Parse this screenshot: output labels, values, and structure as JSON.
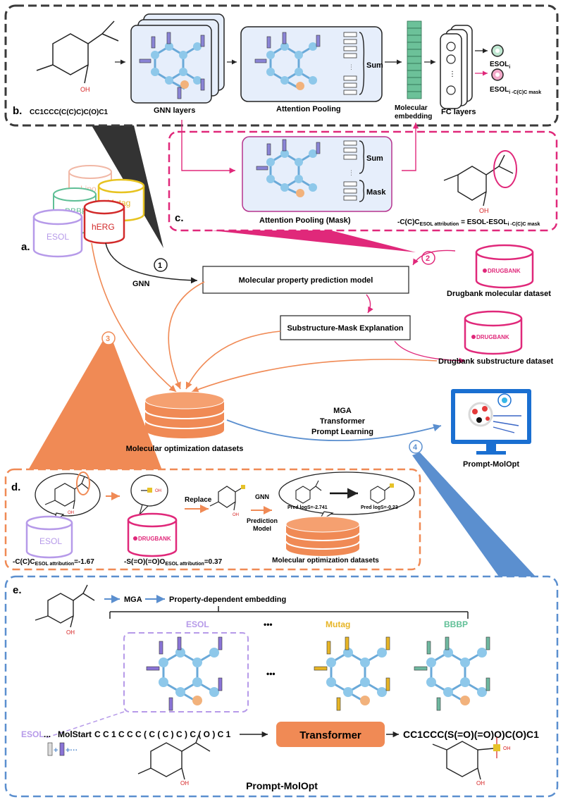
{
  "panels": {
    "a": "a.",
    "b": "b.",
    "c": "c.",
    "d": "d.",
    "e": "e."
  },
  "colors": {
    "gray_frame": "#3a3a3a",
    "pink": "#e0287a",
    "orange": "#f08a55",
    "blue": "#5b8fcf",
    "purple": "#b69ae9",
    "mutag": "#e7b526",
    "bbbp": "#5fbf96",
    "node": "#8ec8ea"
  },
  "panel_b": {
    "smiles": "CC1CCC(C(C)C)C(O)C1",
    "oh": "OH",
    "gnn_layers": "GNN layers",
    "attention_pooling": "Attention Pooling",
    "sum": "Sum",
    "molecular_embedding_1": "Molecular",
    "molecular_embedding_2": "embedding",
    "fc_layers": "FC layers",
    "esol_i": "ESOL",
    "esol_i_sub": "i",
    "esol_mask": "ESOL",
    "esol_mask_sub": "i -C(C)C mask"
  },
  "panel_c": {
    "sum": "Sum",
    "mask": "Mask",
    "attention_pooling_mask": "Attention Pooling (Mask)",
    "oh": "OH",
    "attribution_prefix": "-C(C)C",
    "attribution_sub": "ESOL attribution",
    "attribution_eq": "= ESOL-ESOL",
    "attribution_eq_sub": "i -C(C)C mask"
  },
  "panel_a": {
    "datasets": [
      "Lipo",
      "BBBP",
      "Mutag",
      "ESOL",
      "hERG"
    ],
    "gnn": "GNN",
    "steps": [
      "1",
      "2",
      "3",
      "4"
    ],
    "mpp_model": "Molecular property prediction model",
    "smex": "Substructure-Mask Explanation",
    "drugbank": "DRUGBANK",
    "drugbank_molecular": "Drugbank molecular dataset",
    "drugbank_substructure": "Drugbank substructure dataset",
    "mod_datasets": "Molecular optimization datasets",
    "mga": "MGA",
    "transformer": "Transformer",
    "prompt_learning": "Prompt Learning",
    "prompt_molopt": "Prompt-MolOpt"
  },
  "panel_d": {
    "oh": "OH",
    "esol": "ESOL",
    "drugbank": "DRUGBANK",
    "replace": "Replace",
    "gnn_prediction_model": [
      "GNN",
      "Prediction",
      "Model"
    ],
    "pred_before": "Pred logS=-2.741",
    "pred_after": "Pred logS=-0.23",
    "attr1_prefix": "-C(C)C",
    "attr1_sub": "ESOL attribution",
    "attr1_val": "=-1.67",
    "attr2_prefix": "-S(=O)(=O)O",
    "attr2_sub": "ESOL attribution",
    "attr2_val": "=0.37",
    "mod_datasets": "Molecular optimization datasets"
  },
  "panel_e": {
    "oh": "OH",
    "mga": "MGA",
    "property_embedding": "Property-dependent embedding",
    "esol": "ESOL",
    "dots": "•••",
    "mutag": "Mutag",
    "bbbp": "BBBP",
    "seq_esol": "ESOL",
    "seq_dots": "...",
    "seq_start": "MolStart",
    "seq_tokens": "C C 1 C C C ( C ( C ) C ) C ( O ) C 1",
    "transformer": "Transformer",
    "output_smiles": "CC1CCC(S(=O)(=O)O)C(O)C1",
    "plus": "+",
    "plus_more": "+···",
    "title": "Prompt-MolOpt"
  }
}
